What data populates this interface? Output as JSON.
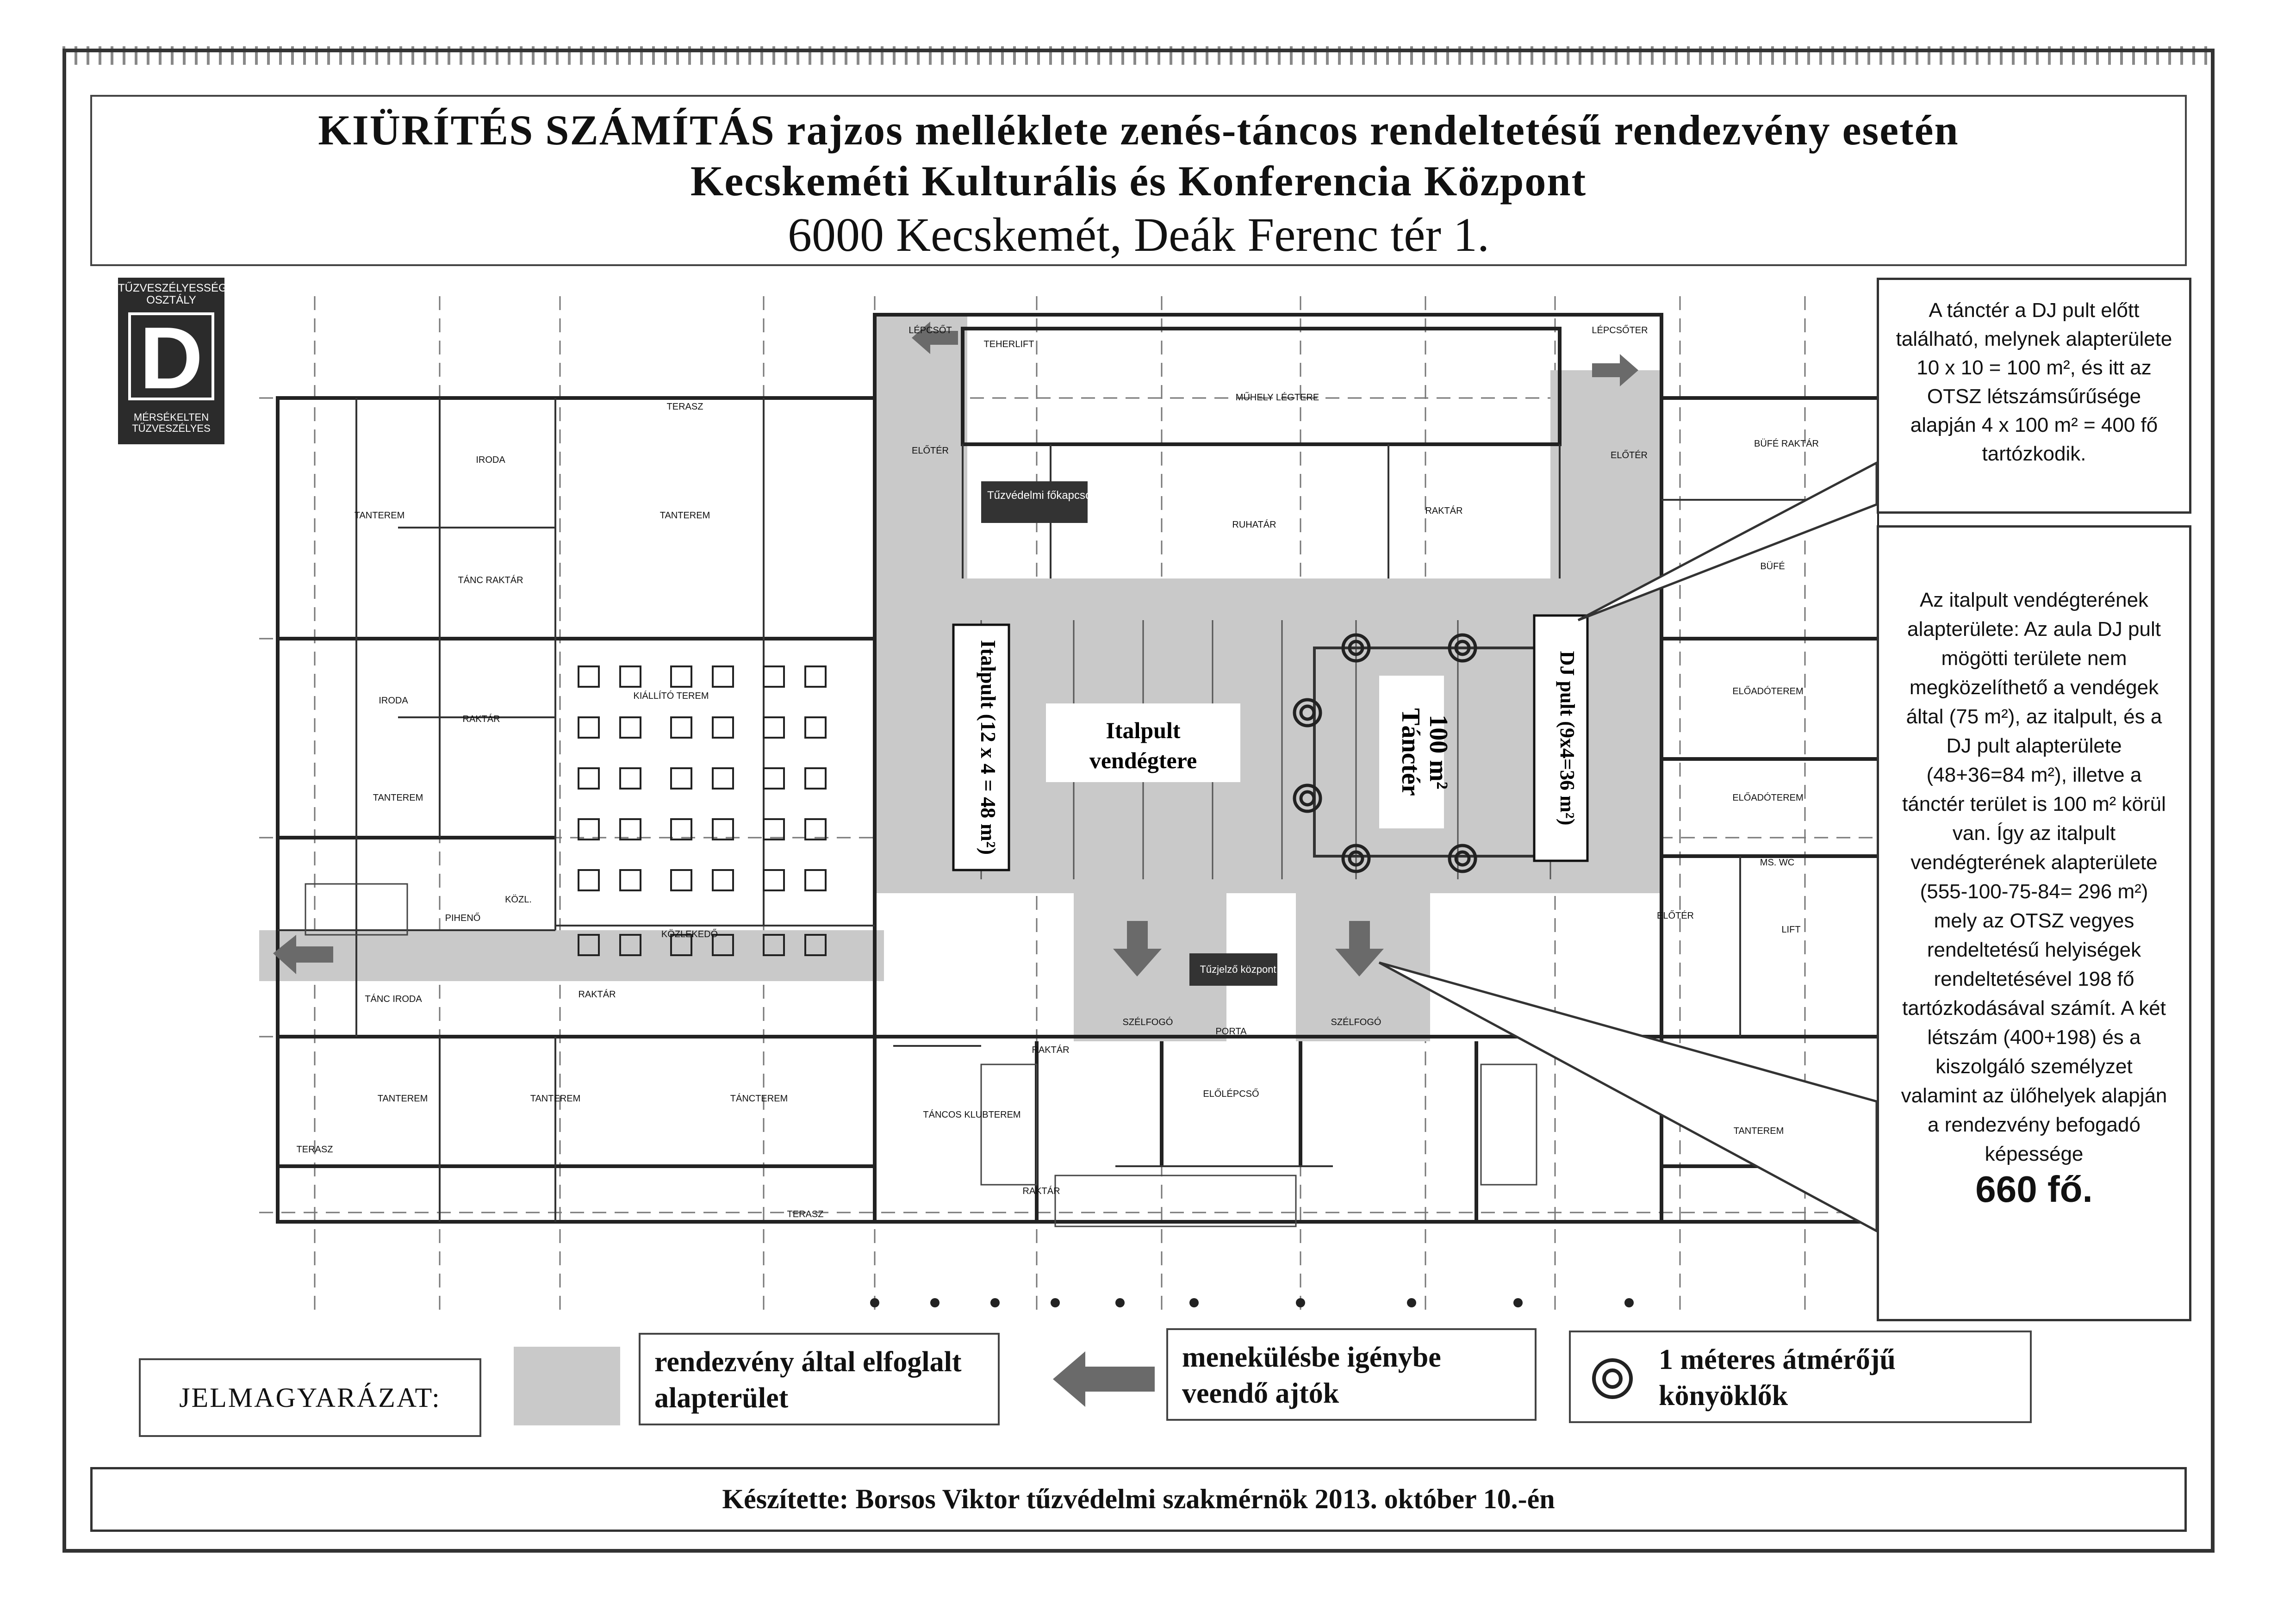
{
  "header": {
    "title_line1": "KIÜRÍTÉS SZÁMÍTÁS rajzos melléklete zenés-táncos rendeltetésű rendezvény esetén",
    "title_line2": "Kecskeméti Kulturális és Konferencia Központ",
    "title_line3": "6000 Kecskemét, Deák Ferenc tér 1."
  },
  "badge": {
    "top_text": "TŰZVESZÉLYESSÉGI OSZTÁLY",
    "letter": "D",
    "bottom_text": "MÉRSÉKELTEN TŰZVESZÉLYES"
  },
  "plan": {
    "zones": {
      "bar": "Italpult (12 x 4 = 48 m²)",
      "bar_guest_line1": "Italpult",
      "bar_guest_line2": "vendégtere",
      "dance_floor_line1": "Tánctér",
      "dance_floor_line2": "100 m²",
      "dj": "DJ pult (9x4=36 m²)"
    },
    "rooms": {
      "stairs_top": "LÉPCSŐT",
      "stairs_top_right": "LÉPCSŐTER",
      "cargo_lift": "TEHERLIFT",
      "workshop": "MŰHELY LÉGTERE",
      "terrace_top": "TERASZ",
      "office1": "IRODA",
      "classroom1": "TANTEREM",
      "classroom2": "TANTEREM",
      "dance_storage": "TÁNC RAKTÁR",
      "office2": "IRODA",
      "storage1": "RAKTÁR",
      "classroom3": "TANTEREM",
      "exhibition": "KIÁLLÍTÓ TEREM",
      "lobby1": "ELŐTÉR",
      "fire_switch": "Tűzvédelmi főkapcsoló",
      "cloakroom": "RUHATÁR",
      "storage2": "RAKTÁR",
      "lobby2": "ELŐTÉR",
      "buffet_storage": "BÜFÉ RAKTÁR",
      "buffet": "BÜFÉ",
      "lecture1": "ELŐADÓTEREM",
      "lecture2": "ELŐADÓTEREM",
      "wc": "MS. WC",
      "lift": "LIFT",
      "lobby3": "ELŐTÉR",
      "rest": "PIHENŐ",
      "corridor": "KÖZL.",
      "transit": "KÖZLEKEDŐ",
      "dance_office": "TÁNC IRODA",
      "storage3": "RAKTÁR",
      "fire_center": "Tűzjelző központ",
      "windscreen1": "SZÉLFOGÓ",
      "porter": "PORTA",
      "windscreen2": "SZÉLFOGÓ",
      "storage4": "RAKTÁR",
      "classroom4": "TANTEREM",
      "classroom5": "TANTEREM",
      "dance_room": "TÁNCTEREM",
      "dance_club": "TÁNCOS KLUBTEREM",
      "front_stairs": "ELŐLÉPCSŐ",
      "terrace_left": "TERASZ",
      "classroom6": "TANTEREM",
      "storage5": "RAKTÁR",
      "terrace_bottom": "TERASZ"
    }
  },
  "notes": {
    "note1": "A tánctér a DJ pult előtt található, melynek alapterülete 10 x 10 = 100 m², és itt az OTSZ létszámsűrűsége alapján 4 x 100 m² = 400 fő tartózkodik.",
    "note2": "Az italpult vendégterének alapterülete: Az aula DJ pult mögötti területe nem megközelíthető a vendégek által (75 m²), az italpult, és a DJ pult alapterülete (48+36=84 m²), illetve a tánctér terület is 100 m² körül van. Így az italpult vendégterének alapterülete (555-100-75-84= 296 m²) mely az OTSZ vegyes rendeltetésű helyiségek rendeltetésével 198 fő tartózkodásával számít. A két létszám (400+198) és a kiszolgáló személyzet valamint az ülőhelyek alapján a rendezvény befogadó képessége",
    "note2_capacity": "660 fő."
  },
  "legend": {
    "label": "JELMAGYARÁZAT:",
    "occupied_area": "rendezvény által elfoglalt alapterület",
    "exit_doors": "menekülésbe igénybe veendő ajtók",
    "elbows": "1 méteres átmérőjű könyöklők"
  },
  "footer": {
    "credit": "Készítette: Borsos Viktor tűzvédelmi szakmérnök 2013. október 10.-én"
  },
  "colors": {
    "occupied_fill": "#c9c9c9",
    "arrow_fill": "#6a6a6a",
    "line": "#333333"
  }
}
